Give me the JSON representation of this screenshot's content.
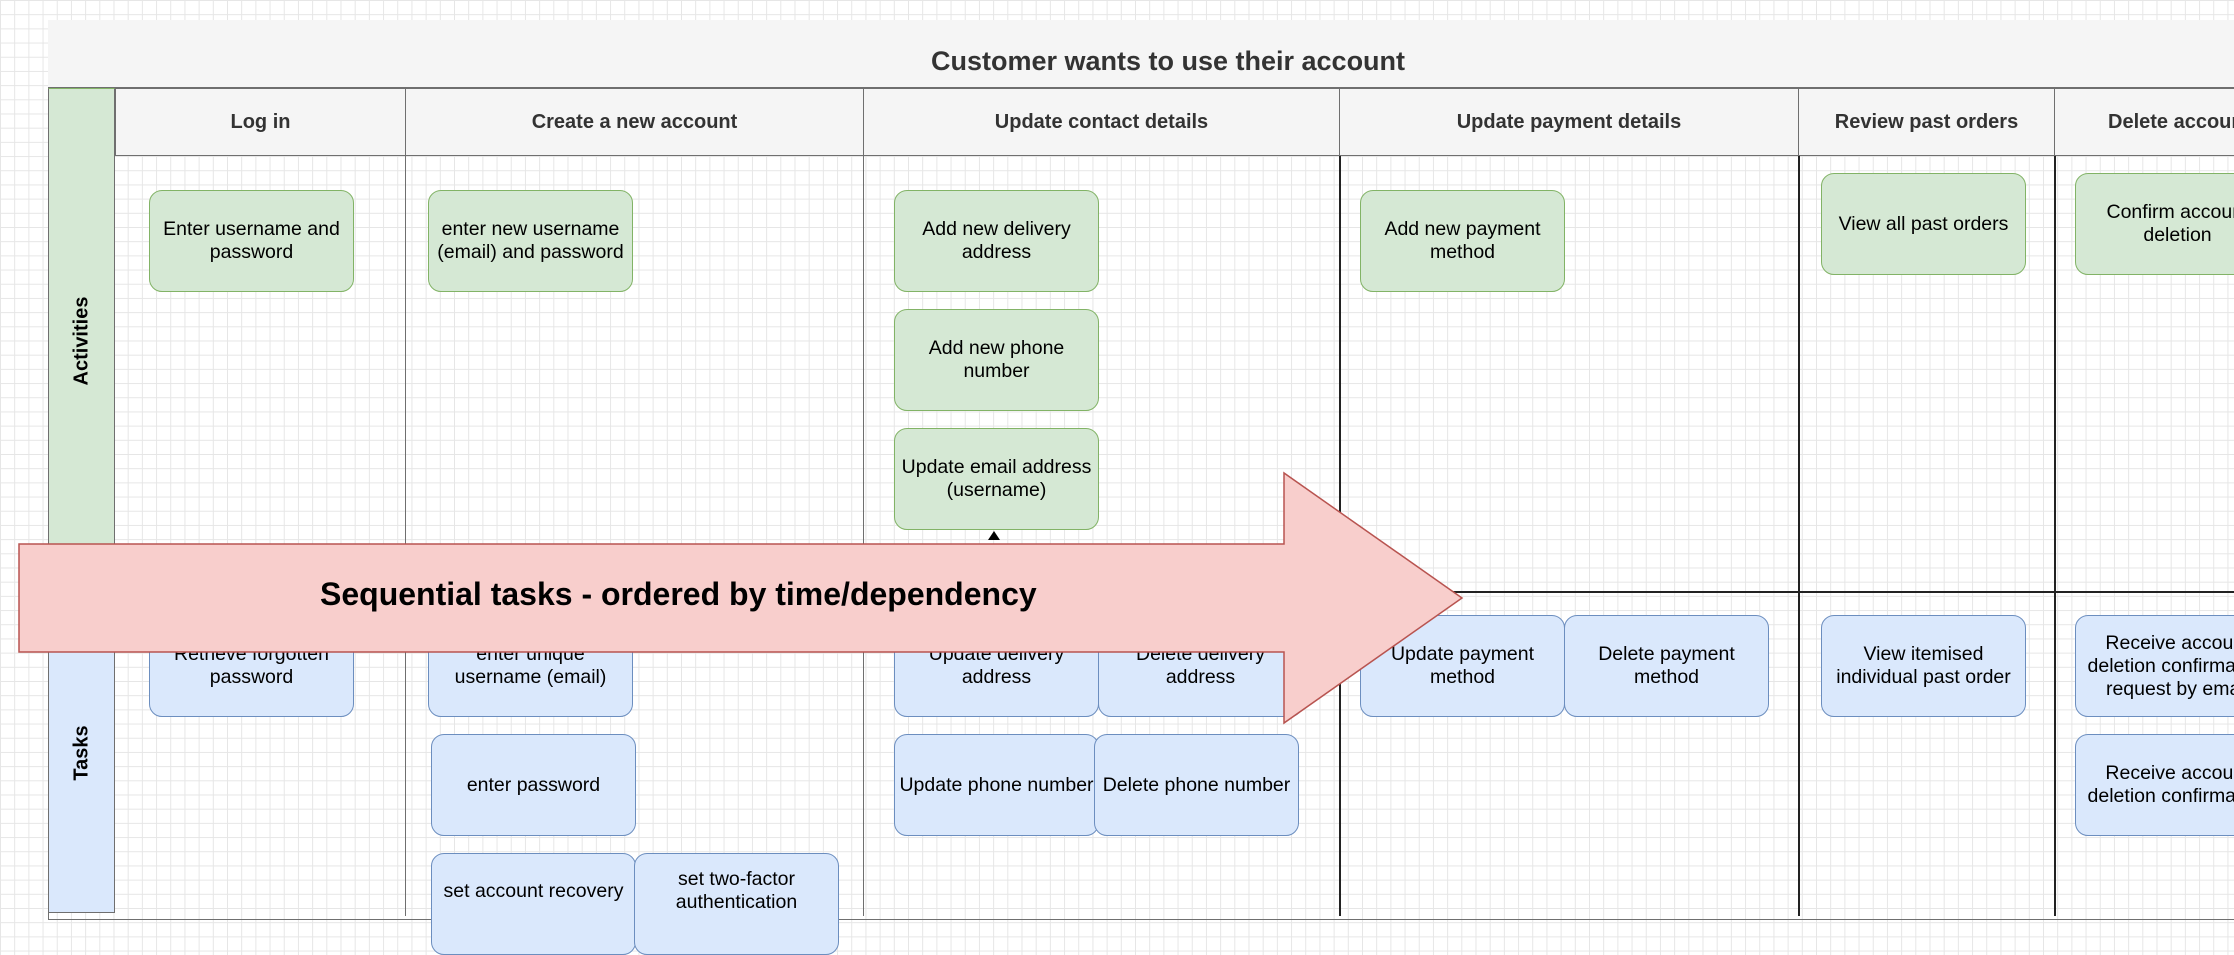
{
  "title": "Customer wants to use their account",
  "lanes": {
    "activities": "Activities",
    "tasks": "Tasks"
  },
  "columns": [
    "Log in",
    "Create a new account",
    "Update contact details",
    "Update payment details",
    "Review past orders",
    "Delete account"
  ],
  "activities": {
    "login": "Enter username and password",
    "create": "enter new username (email) and password",
    "contact_delivery": "Add new delivery address",
    "contact_phone": "Add new phone number",
    "contact_email": "Update email address (username)",
    "payment": "Add new payment method",
    "orders": "View all past orders",
    "delete": "Confirm account deletion"
  },
  "tasks": {
    "login_forgot": "Retrieve forgotten password",
    "create_unique": "enter unique username (email)",
    "create_password": "enter password",
    "create_recovery": "set account recovery",
    "create_2fa": "set two-factor authentication",
    "update_delivery": "Update delivery address",
    "delete_delivery": "Delete delivery address",
    "update_phone": "Update phone number",
    "delete_phone": "Delete phone number",
    "update_payment": "Update payment method",
    "delete_payment": "Delete payment method",
    "view_itemised": "View itemised individual past order",
    "receive_request": "Receive account deletion confirmation request by email",
    "receive_confirm": "Receive account deletion confirmation"
  },
  "callout": "Sequential tasks - ordered by time/dependency",
  "colors": {
    "activity_fill": "#d5e8d4",
    "activity_stroke": "#82b366",
    "task_fill": "#dae8fc",
    "task_stroke": "#6c8ebf",
    "callout_fill": "#f8cecc",
    "callout_stroke": "#b85450"
  }
}
